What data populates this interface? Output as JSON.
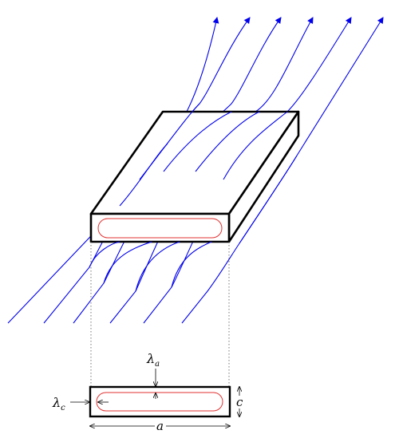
{
  "labels": {
    "lambda_a": "λ",
    "lambda_a_sub": "a",
    "lambda_c": "λ",
    "lambda_c_sub": "c",
    "dim_c": "c",
    "dim_a": "a"
  },
  "colors": {
    "field_lines": "#0000ee",
    "slab_outline": "#000000",
    "current_loop": "#e03030",
    "projection_guides": "#555555"
  },
  "icons": {
    "field_arrowhead": "arrowhead-icon",
    "dimension_arrow": "arrowhead-icon"
  }
}
